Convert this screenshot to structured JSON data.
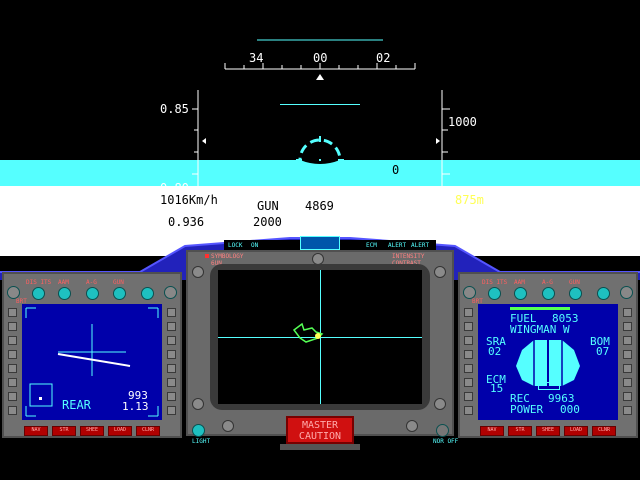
{
  "heading_tape": {
    "labels": [
      "34",
      "00",
      "02"
    ]
  },
  "pitch_scale": {
    "top": "0.85",
    "bottom": "0.80"
  },
  "altitude_scale": {
    "top": "1000"
  },
  "center_marker": "0",
  "readouts": {
    "speed": "1016Km/h",
    "weapon": "GUN",
    "target_distance": "4869",
    "altitude_radar": "875m",
    "mach": "0.936",
    "ammo": "2000"
  },
  "warning_strip": {
    "left": [
      "LOCK",
      "ON"
    ],
    "right": [
      "ECM",
      "ALERT",
      "ALERT"
    ]
  },
  "center_panel": {
    "symbology": "SYMBOLOGY",
    "gun_label": "6UN",
    "intensity": "INTENSITY",
    "contrast": "CONTRAST"
  },
  "master_caution": {
    "line1": "MASTER",
    "line2": "CAUTION"
  },
  "left_mfd": {
    "top_labels": [
      "DIS ITS",
      "AAM",
      "A-G",
      "GUN"
    ],
    "brt": "BRT",
    "view": "REAR",
    "value1": "993",
    "value2": "1.13",
    "bottom_buttons": [
      "NAV",
      "STR",
      "SHEE",
      "LOAD",
      "CLNR"
    ]
  },
  "right_mfd": {
    "top_labels": [
      "DIS ITS",
      "AAM",
      "A-G",
      "GUN"
    ],
    "brt": "BRT",
    "fuel_label": "FUEL",
    "fuel_value": "8053",
    "wingman": "WINGMAN W",
    "sra_label": "SRA",
    "sra_value": "02",
    "bom_label": "BOM",
    "bom_value": "07",
    "ecm_label": "ECM",
    "ecm_value": "15",
    "rec_label": "REC",
    "rec_value": "9963",
    "power_label": "POWER",
    "power_value": "000",
    "bottom_buttons": [
      "NAV",
      "STR",
      "SHEE",
      "LOAD",
      "CLNR"
    ]
  },
  "corner_buttons": {
    "left": "LIGHT",
    "right": "NOR OFF"
  },
  "colors": {
    "sky": "#000000",
    "cloud": "#55ffff",
    "ground": "#ffffff",
    "hud": "#55ffff",
    "panel": "#707070",
    "frame": "#2222bb",
    "screen": "#0000aa",
    "button": "#b00000"
  }
}
